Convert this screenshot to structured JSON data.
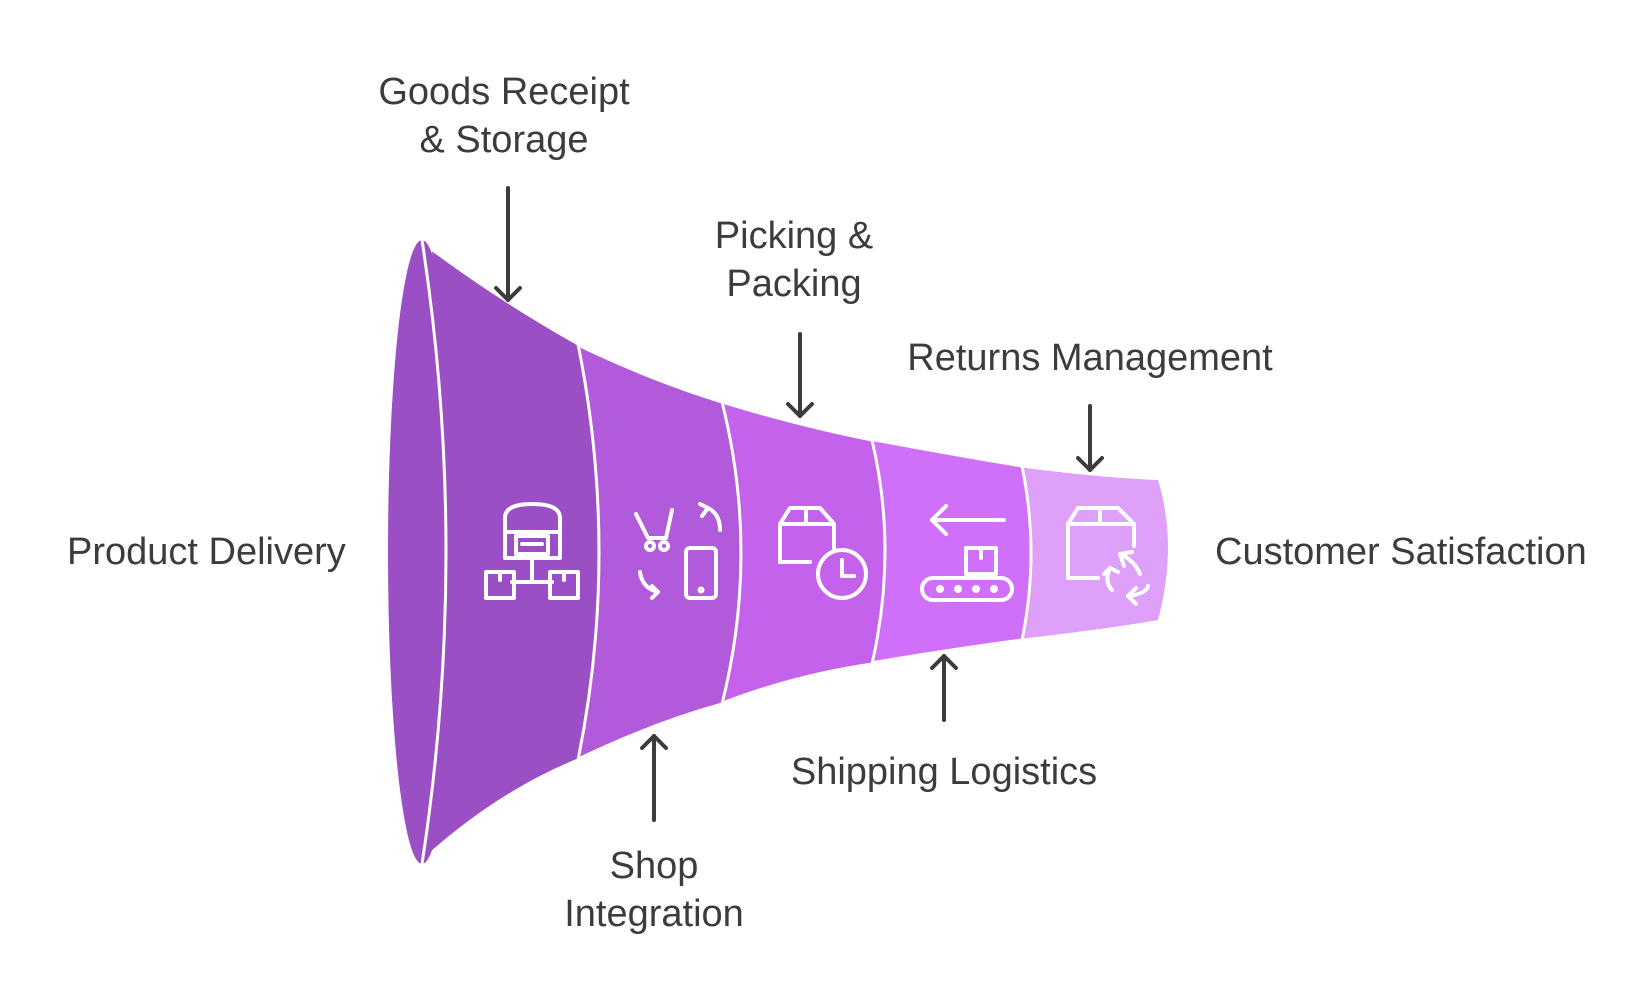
{
  "diagram": {
    "labels": {
      "product_delivery": "Product Delivery",
      "goods_receipt": [
        "Goods Receipt",
        "& Storage"
      ],
      "shop_integration": [
        "Shop",
        "Integration"
      ],
      "picking_packing": [
        "Picking &",
        "Packing"
      ],
      "shipping_logistics": "Shipping Logistics",
      "returns_management": "Returns Management",
      "customer_satisfaction": "Customer Satisfaction"
    },
    "icons": [
      "warehouse-network-icon",
      "cart-mobile-sync-icon",
      "package-clock-icon",
      "conveyor-package-icon",
      "package-recycle-icon"
    ],
    "colors": {
      "mouth": "#9b4fc4",
      "segment1": "#9b4fc4",
      "segment2": "#b15ada",
      "segment3": "#c462ec",
      "segment4": "#d070fa",
      "segment5": "#dea0f9",
      "text": "#3c3c3c"
    }
  }
}
